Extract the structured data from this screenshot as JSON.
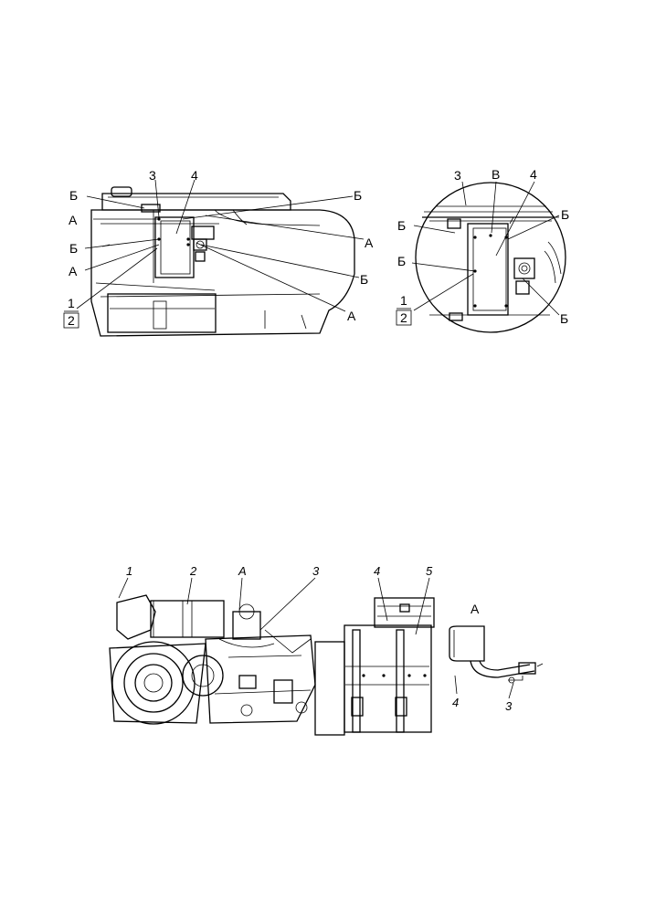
{
  "top_left_view": {
    "callouts": [
      "3",
      "4",
      "Б",
      "А",
      "Б",
      "А",
      "1",
      "2",
      "Б",
      "А",
      "Б",
      "А"
    ]
  },
  "top_right_view": {
    "callouts": [
      "3",
      "В",
      "4",
      "Б",
      "Б",
      "Б",
      "1",
      "2",
      "Б"
    ]
  },
  "bottom_view": {
    "callouts": [
      "1",
      "2",
      "А",
      "3",
      "4",
      "5"
    ]
  },
  "detail_view": {
    "title": "А",
    "callouts": [
      "4",
      "3"
    ]
  }
}
